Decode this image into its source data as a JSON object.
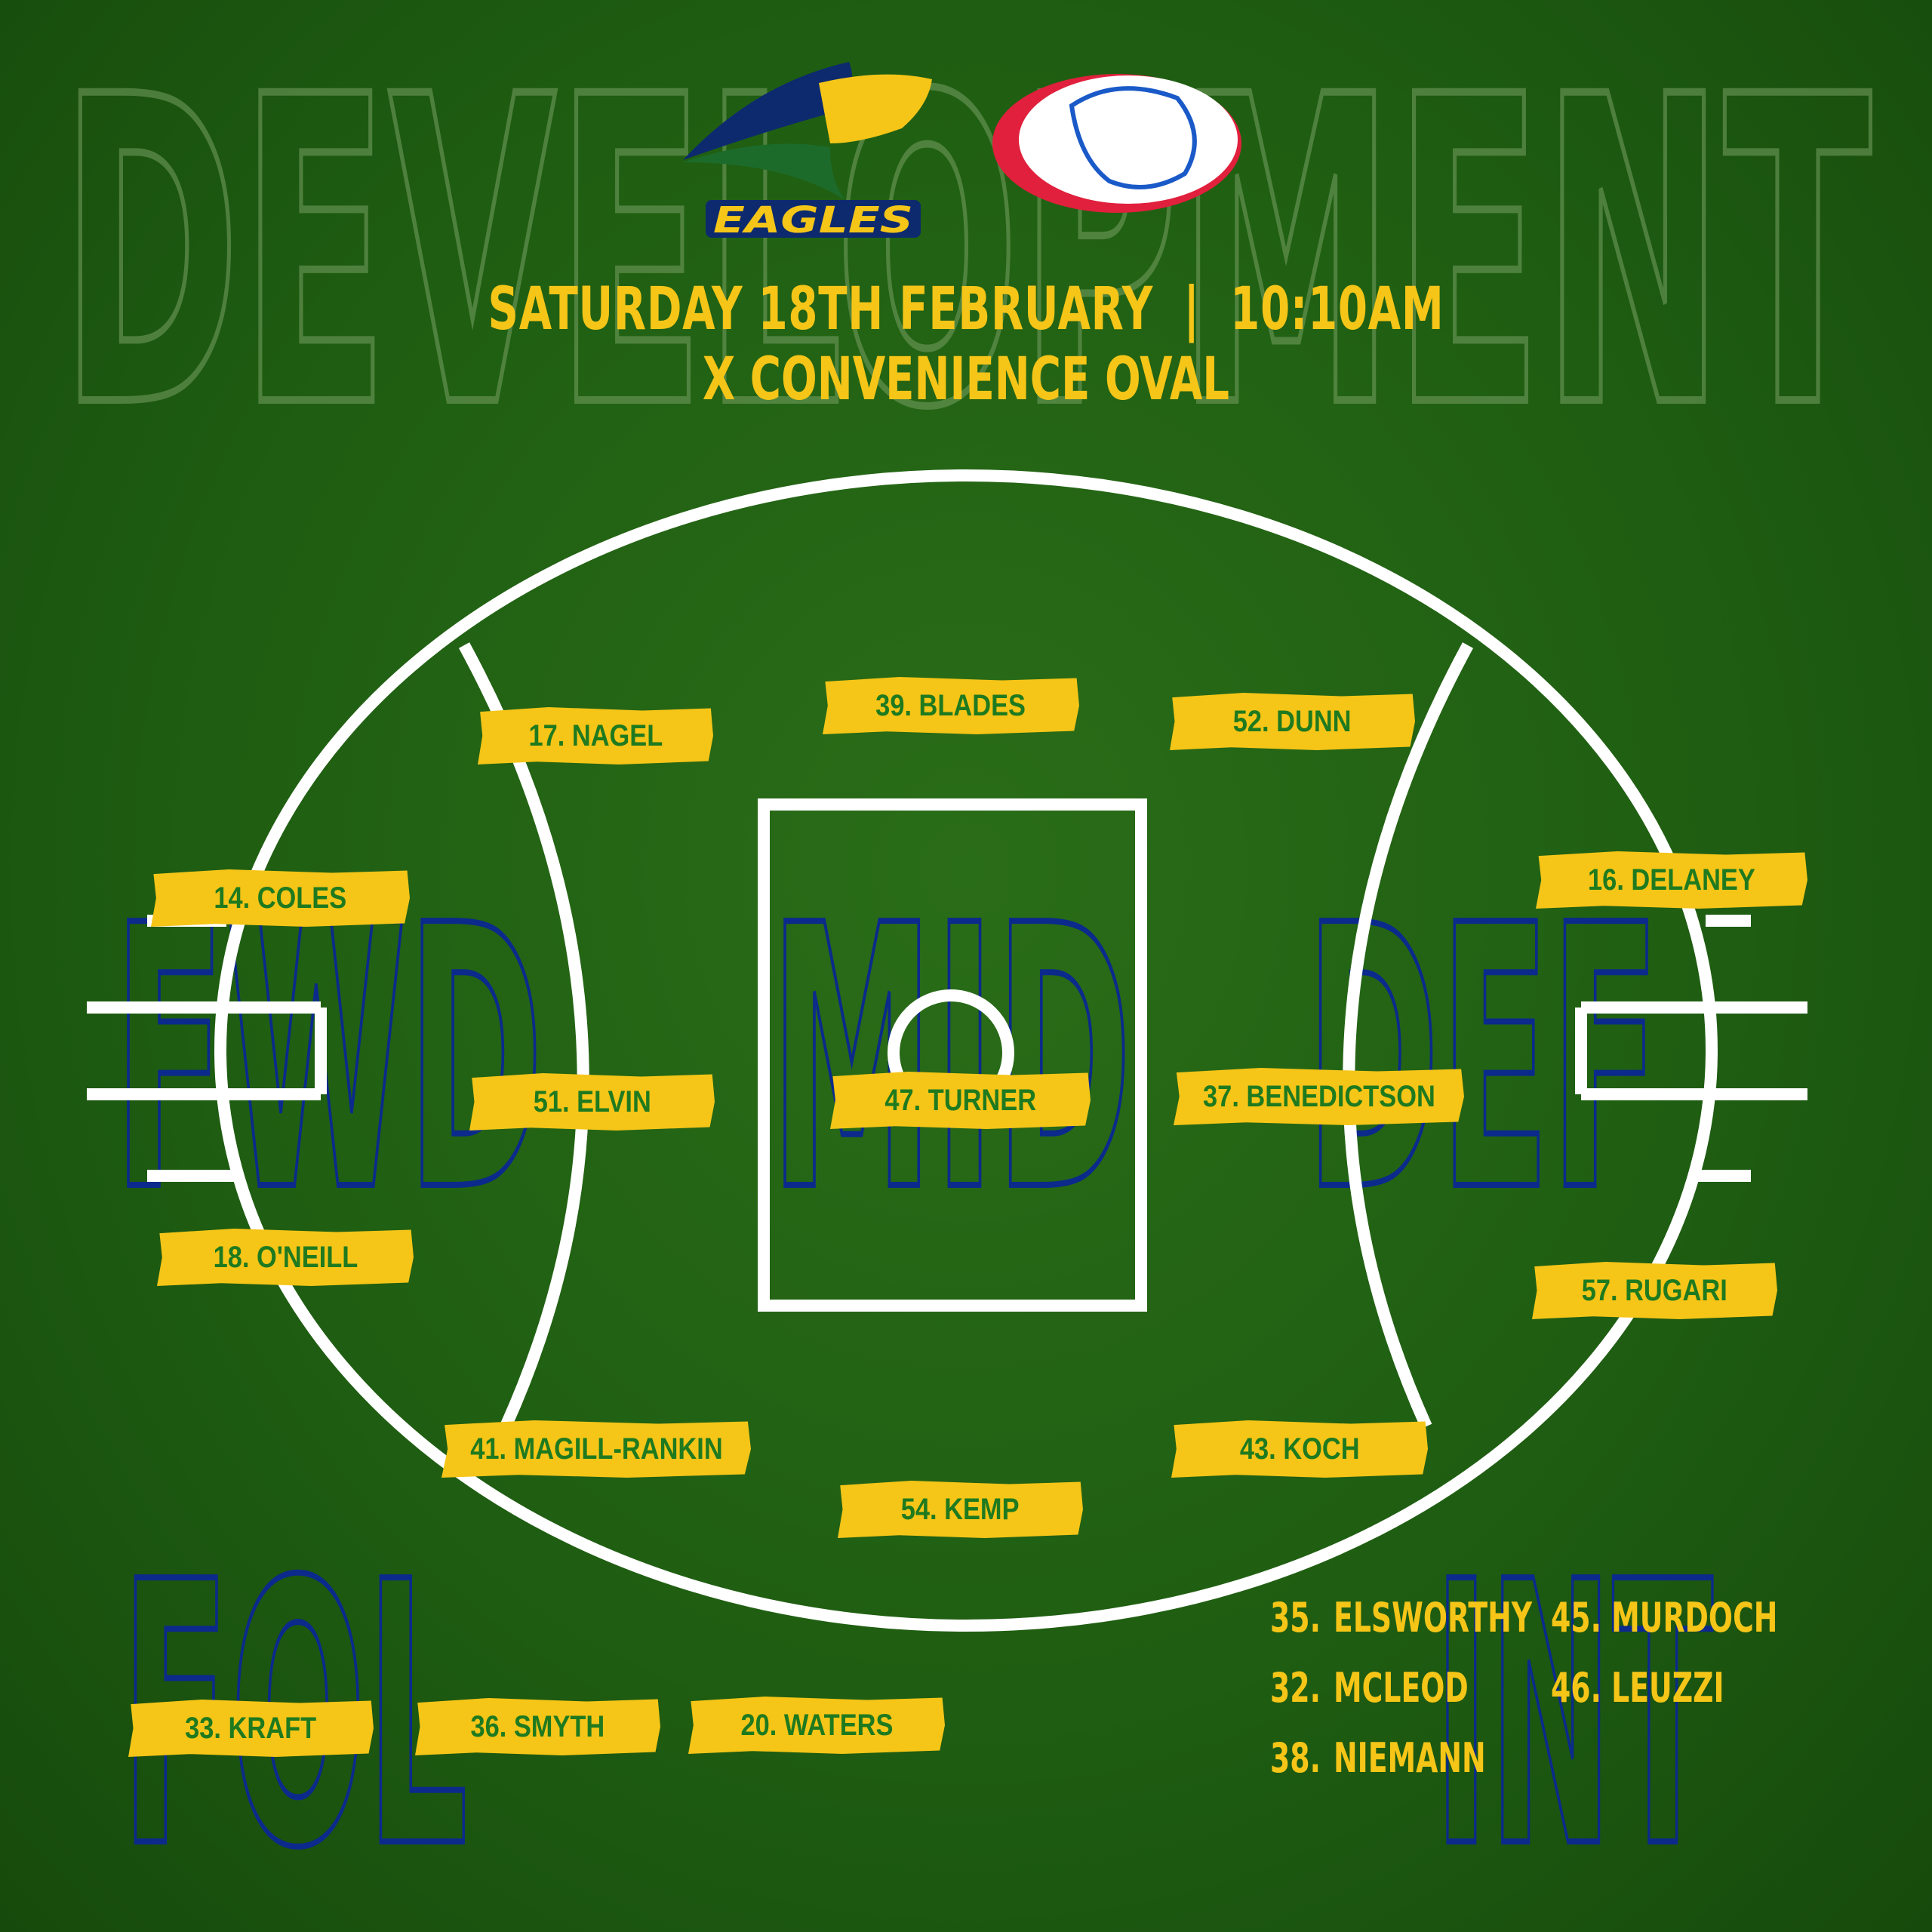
{
  "title_watermark": "DEVELOPMENT",
  "zones": {
    "fwd": "FWD",
    "mid": "MID",
    "def": "DEF",
    "fol": "FOL",
    "int": "INT"
  },
  "logos": {
    "home": "EAGLES",
    "away_icon": "bulldog-logo"
  },
  "match": {
    "date": "SATURDAY 18TH FEBRUARY",
    "separator": "|",
    "time": "10:10AM",
    "venue": "X CONVENIENCE OVAL"
  },
  "field_players": [
    {
      "label": "17. NAGEL"
    },
    {
      "label": "39. BLADES"
    },
    {
      "label": "52. DUNN"
    },
    {
      "label": "14. COLES"
    },
    {
      "label": "16. DELANEY"
    },
    {
      "label": "51. ELVIN"
    },
    {
      "label": "47. TURNER"
    },
    {
      "label": "37. BENEDICTSON"
    },
    {
      "label": "18. O'NEILL"
    },
    {
      "label": "57. RUGARI"
    },
    {
      "label": "41. MAGILL-RANKIN"
    },
    {
      "label": "43. KOCH"
    },
    {
      "label": "54. KEMP"
    }
  ],
  "followers": [
    {
      "label": "33. KRAFT"
    },
    {
      "label": "36. SMYTH"
    },
    {
      "label": "20. WATERS"
    }
  ],
  "interchange": [
    {
      "num": "35.",
      "name": "ELSWORTHY"
    },
    {
      "num": "32.",
      "name": "MCLEOD"
    },
    {
      "num": "38.",
      "name": "NIEMANN"
    },
    {
      "num": "45.",
      "name": "MURDOCH"
    },
    {
      "num": "46.",
      "name": "LEUZZI"
    }
  ],
  "colors": {
    "background": "#1f5e12",
    "accent": "#f5c518",
    "label_text": "#1f7a1f",
    "zone_outline": "#0b2a8c",
    "lines": "#ffffff"
  }
}
